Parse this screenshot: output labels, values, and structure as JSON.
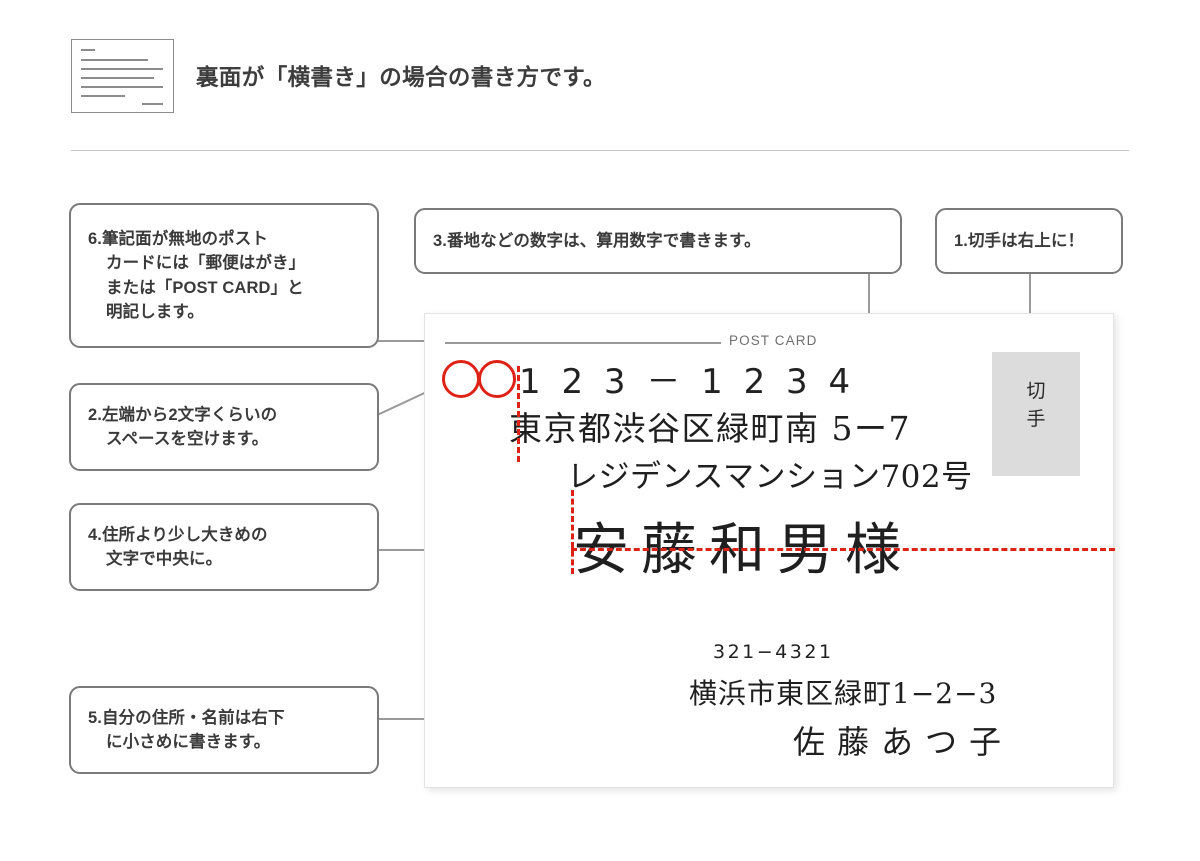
{
  "header": {
    "icon": "horizontal-lines-document-icon",
    "title": "裏面が「横書き」の場合の書き方です。"
  },
  "callouts": [
    {
      "id": 6,
      "text": "6.筆記面が無地のポスト\nカードには「郵便はがき」\nまたは「POST CARD」と\n明記します。"
    },
    {
      "id": 2,
      "text": "2.左端から2文字くらいの\nスペースを空けます。"
    },
    {
      "id": 4,
      "text": "4.住所より少し大きめの\n文字で中央に。"
    },
    {
      "id": 5,
      "text": "5.自分の住所・名前は右下\nに小さめに書きます。"
    },
    {
      "id": 3,
      "text": "3.番地などの数字は、算用数字で書きます。"
    },
    {
      "id": 1,
      "text": "1.切手は右上に！"
    }
  ],
  "postcard": {
    "post_card_label": "POST CARD",
    "left_margin_marks": [
      "○",
      "○"
    ],
    "recipient": {
      "zip": "1 2 3 － 1 2 3 4",
      "address_line1": "東京都渋谷区緑町南 5ー7",
      "address_line2": "レジデンスマンション702号",
      "name": "安藤和男様"
    },
    "sender": {
      "zip": "321−4321",
      "address": "横浜市東区緑町1−2−3",
      "name": "佐藤あつ子"
    },
    "stamp": {
      "label_chars": [
        "切",
        "手"
      ]
    }
  },
  "colors": {
    "guide_red": "#de2316",
    "callout_border": "#7a7a7a",
    "connector": "#9a9a9a",
    "stamp_fill": "#dcdcdc",
    "text": "#333333"
  }
}
